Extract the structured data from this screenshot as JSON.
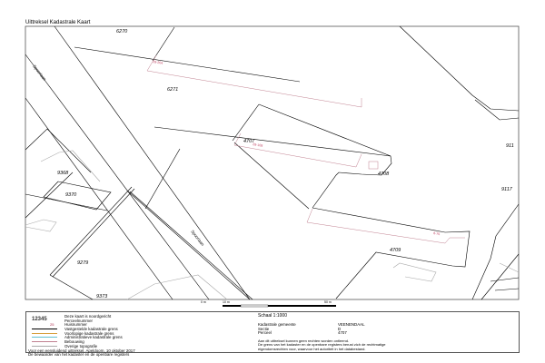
{
  "title": "Uittreksel Kadastrale Kaart",
  "map": {
    "parcels": [
      "6270",
      "6271",
      "4707",
      "4708",
      "4709",
      "9368",
      "9370",
      "9279",
      "9373",
      "911",
      "9117"
    ],
    "house_numbers": [
      "28-204",
      "28-108",
      "8-75"
    ],
    "streets": [
      "Spoorlaan",
      "Spoorlaan"
    ],
    "colors": {
      "boundary": "#000000",
      "house_number": "#c04060",
      "topography": "#b0b0b0"
    }
  },
  "scale_bar": {
    "labels": [
      "0 m",
      "10 m",
      "50 m"
    ]
  },
  "legend": {
    "north": "Deze kaart is noordgericht",
    "parcel_number_sample": "12345",
    "parcel_number": "Perceelnummer",
    "house_number_sample": "25",
    "house_number": "Huisnummer",
    "fixed_boundary": "Vastgestelde kadastrale grens",
    "provisional_boundary": "Voorlopige kadastrale grens",
    "administrative_boundary": "Administratieve kadastrale grens",
    "buildings": "Bebouwing",
    "other_topography": "Overige topografie",
    "certification": "Voor een eensluidend uittreksel, Apeldoorn, 10 oktober 2017",
    "keeper": "De bewaarder van het kadaster en de openbare registers"
  },
  "info": {
    "scale": "Schaal 1:1000",
    "municipality_label": "Kadastrale gemeente",
    "municipality": "VEENENDAAL",
    "section_label": "Sectie",
    "section": "D",
    "parcel_label": "Perceel",
    "parcel": "4707",
    "disclaimer1": "Aan dit uittreksel kunnen geen rechten worden ontleend.",
    "disclaimer2": "De grens van het kadaster en de openbare registers berust zich de rechtmatige",
    "disclaimer3": "eigendomsrechten voor, waarvoor het autoriteit in het databestand."
  }
}
